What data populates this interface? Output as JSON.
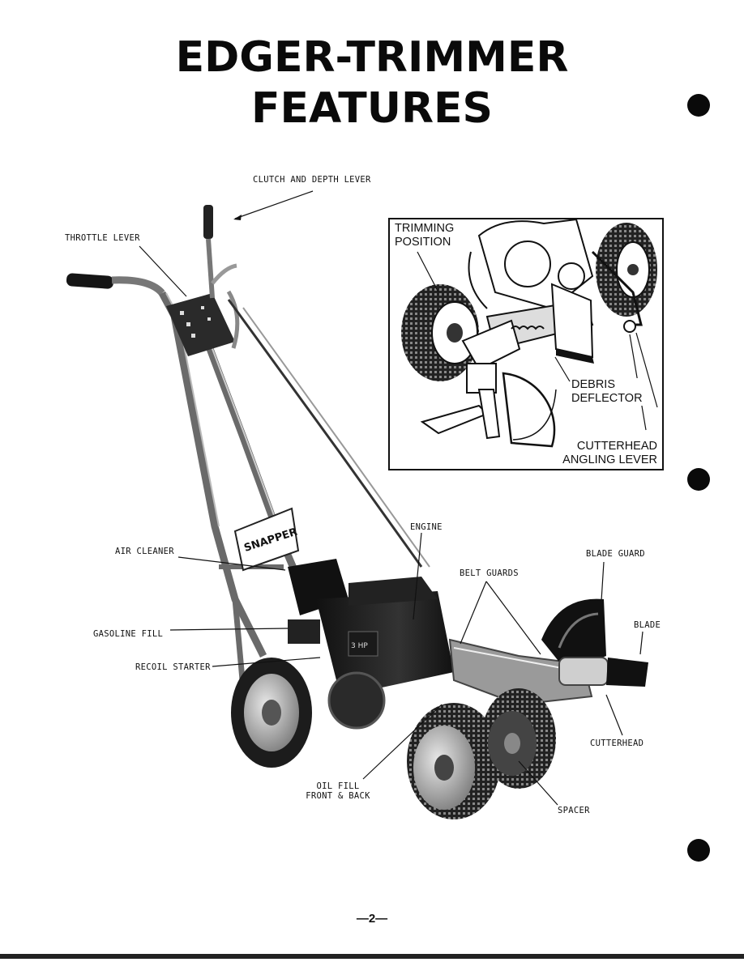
{
  "title": {
    "line1": "EDGER-TRIMMER",
    "line2": "FEATURES"
  },
  "labels": {
    "clutch": "CLUTCH AND DEPTH LEVER",
    "throttle": "THROTTLE LEVER",
    "air_cleaner": "AIR CLEANER",
    "engine": "ENGINE",
    "belt_guards": "BELT GUARDS",
    "blade_guard": "BLADE GUARD",
    "blade": "BLADE",
    "gasoline_fill": "GASOLINE FILL",
    "recoil_starter": "RECOIL STARTER",
    "cutterhead": "CUTTERHEAD",
    "oil_fill_1": "OIL FILL",
    "oil_fill_2": "FRONT & BACK",
    "spacer": "SPACER"
  },
  "inset": {
    "trimming_1": "TRIMMING",
    "trimming_2": "POSITION",
    "debris_1": "DEBRIS",
    "debris_2": "DEFLECTOR",
    "angling_1": "CUTTERHEAD",
    "angling_2": "ANGLING LEVER"
  },
  "machine": {
    "brand": "SNAPPER",
    "engine_badge": "3 HP"
  },
  "page_number": "—2—"
}
